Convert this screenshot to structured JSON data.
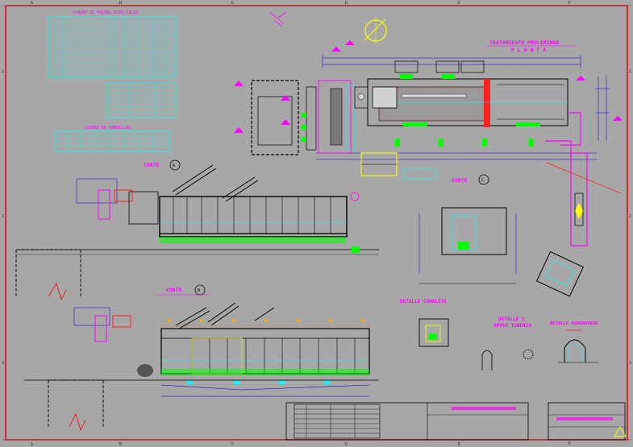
{
  "sheet": {
    "column_labels": [
      "A",
      "B",
      "C",
      "D",
      "E",
      "F"
    ],
    "row_labels": [
      "1",
      "2",
      "3"
    ]
  },
  "plan": {
    "title": "TRATAMIENTO PRELIMINAR",
    "subtitle": "P L A N T A"
  },
  "tables": {
    "special_pieces_title": "CUADRO DE PIEZAS ESPECIALES",
    "parrillas_title": "CUADRO DE PARRILLAS"
  },
  "sections": {
    "corte_a": "CORTE",
    "corte_a_mark": "A",
    "corte_b": "CORTE",
    "corte_b_mark": "B",
    "corte_c": "CORTE",
    "corte_c_mark": "C"
  },
  "details": {
    "canaleta": "DETALLE CANALETA",
    "apoyo_line1": "DETALLE 2",
    "apoyo_line2": "APOYO TUBERIA",
    "agarradera": "DETALLE AGARRADERA"
  },
  "colors": {
    "background": "#a7a7a7",
    "border": "#e8000b",
    "lines": "#00ffff",
    "annotation": "#ff00ff",
    "structure": "#000000",
    "dimension": "#0000d0",
    "highlight": "#ffff00",
    "green": "#00ff00"
  }
}
